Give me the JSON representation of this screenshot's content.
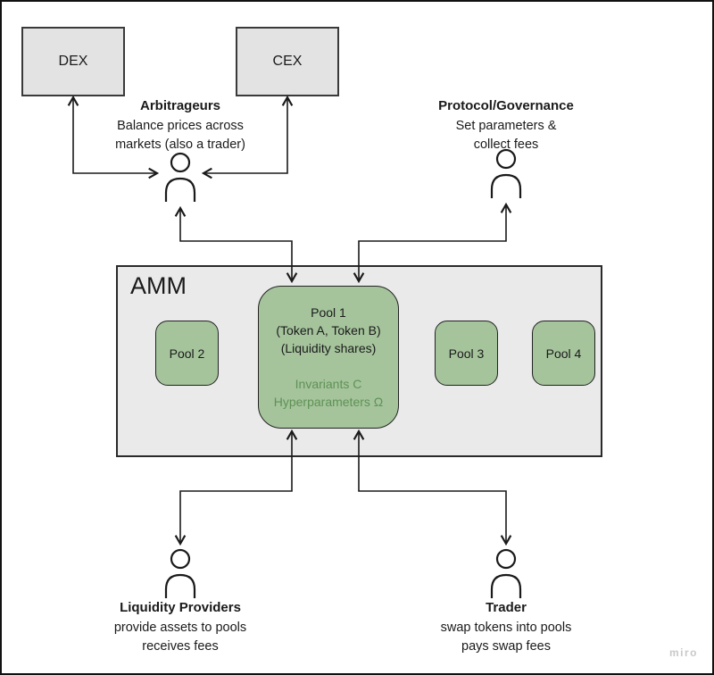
{
  "diagram": {
    "dex_label": "DEX",
    "cex_label": "CEX",
    "arbitrageurs": {
      "title": "Arbitrageurs",
      "line1": "Balance prices across",
      "line2": "markets (also a trader)"
    },
    "governance": {
      "title": "Protocol/Governance",
      "line1": "Set parameters &",
      "line2": "collect fees"
    },
    "amm": {
      "title": "AMM",
      "pool1": {
        "line1": "Pool 1",
        "line2": "(Token A, Token B)",
        "line3": "(Liquidity shares)",
        "line4": "Invariants C",
        "line5": "Hyperparameters Ω"
      },
      "pool2": "Pool 2",
      "pool3": "Pool 3",
      "pool4": "Pool 4"
    },
    "liquidity_providers": {
      "title": "Liquidity Providers",
      "line1": "provide assets to pools",
      "line2": "receives fees"
    },
    "trader": {
      "title": "Trader",
      "line1": "swap tokens into pools",
      "line2": "pays swap fees"
    },
    "watermark": "miro",
    "colors": {
      "node_gray": "#e3e3e3",
      "amm_gray": "#eaeaea",
      "pool_green": "#a5c49c",
      "pool_green_text": "#5f9155",
      "connector": "#1a1a1a"
    }
  }
}
